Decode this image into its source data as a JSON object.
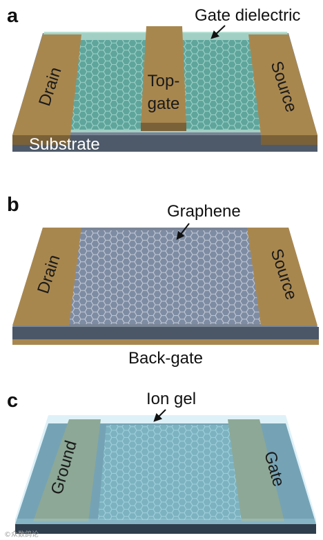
{
  "panels": {
    "a": {
      "panel_label": "a",
      "callout": "Gate dielectric",
      "drain": "Drain",
      "source": "Source",
      "topgate_line1": "Top-",
      "topgate_line2": "gate",
      "substrate": "Substrate"
    },
    "b": {
      "panel_label": "b",
      "callout": "Graphene",
      "drain": "Drain",
      "source": "Source",
      "backgate": "Back-gate"
    },
    "c": {
      "panel_label": "c",
      "callout": "Ion gel",
      "ground": "Ground",
      "gate": "Gate"
    }
  },
  "colors": {
    "electrode": "#a8874f",
    "substrate_top": "#515d6c",
    "graphene_a": "#5fa59c",
    "graphene_b": "#7e8ca3",
    "graphene_c": "#4d8d9a",
    "gel": "#b7e1ef"
  },
  "watermark": "©众数鸽论"
}
